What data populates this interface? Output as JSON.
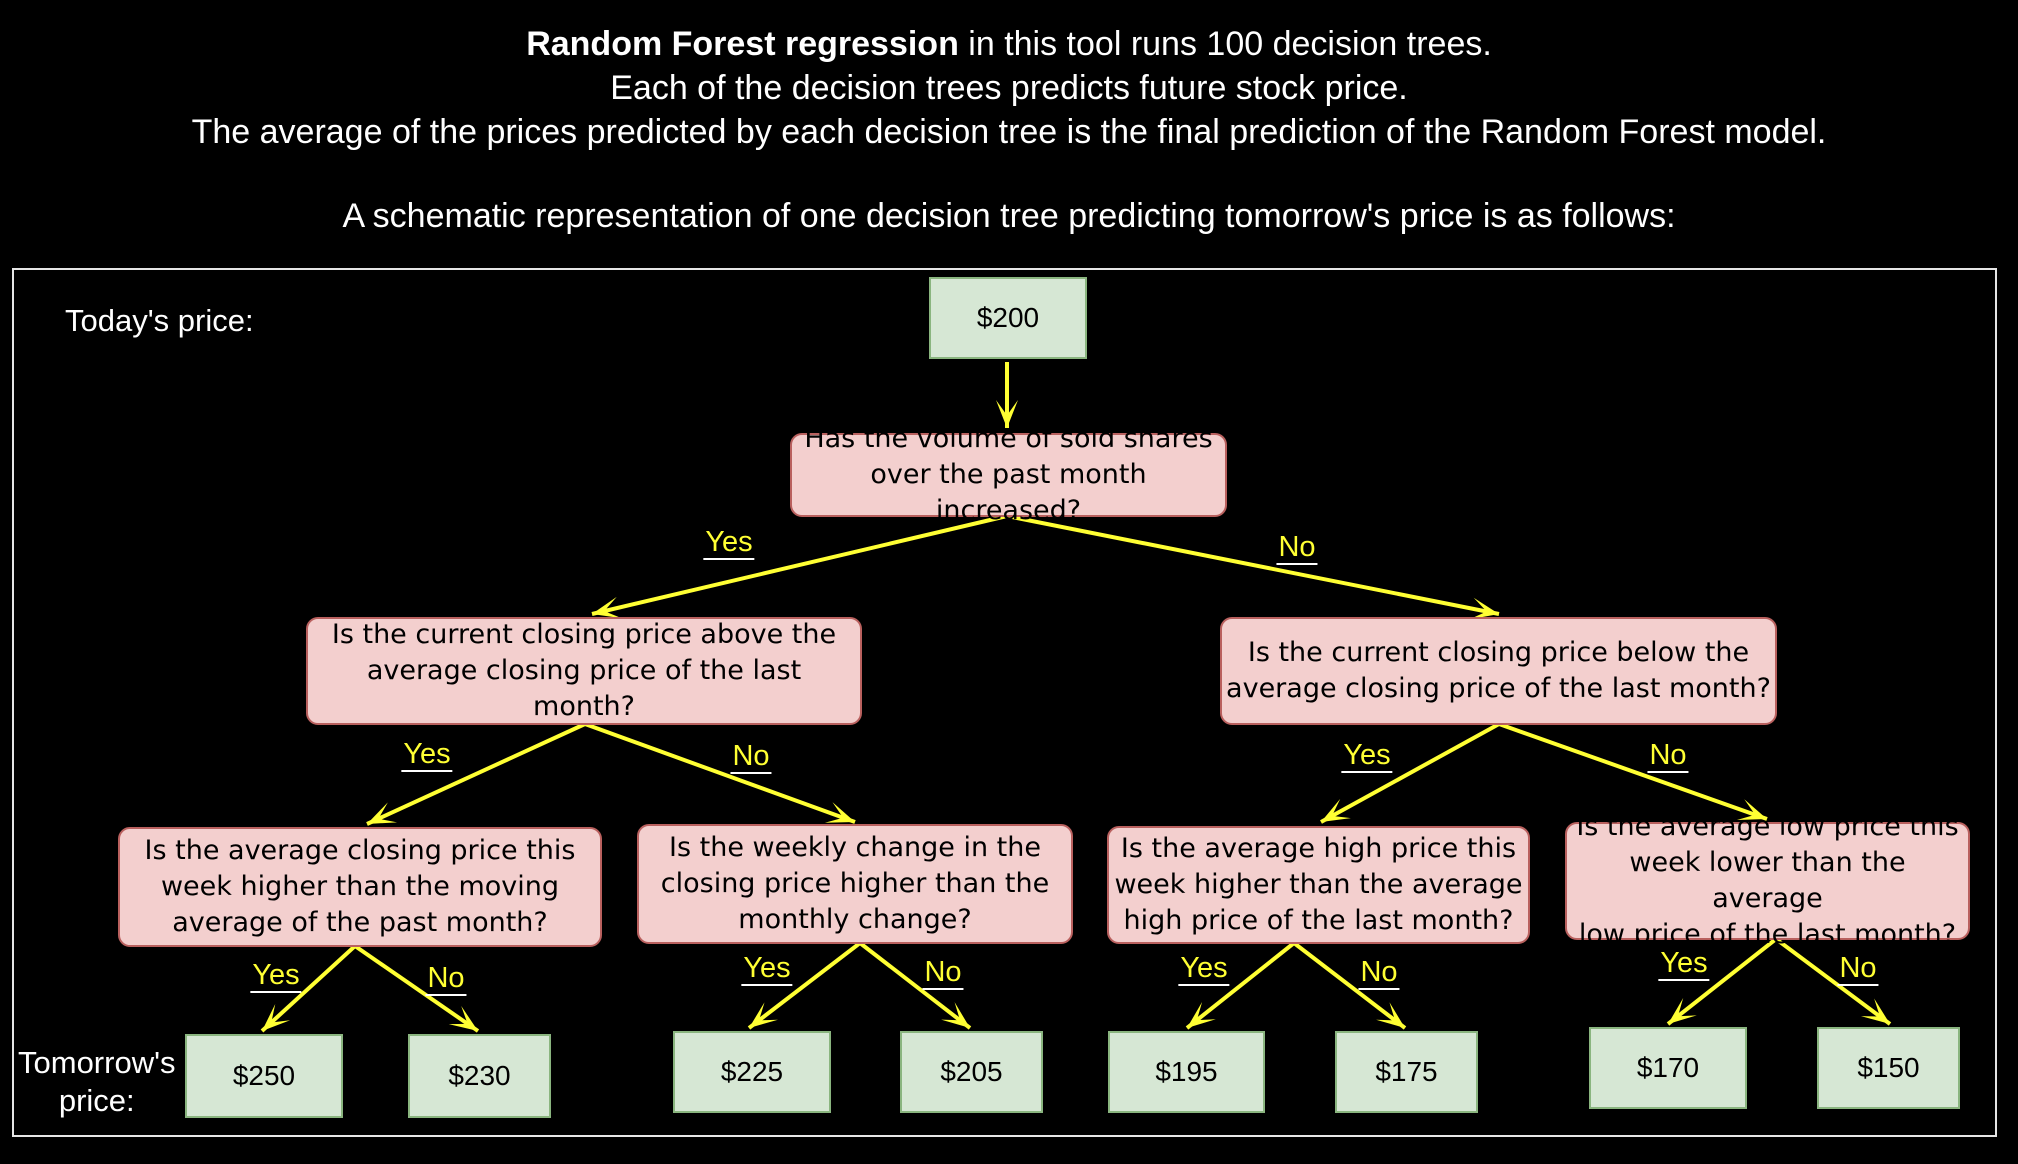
{
  "header": {
    "line1_bold": "Random Forest regression",
    "line1_rest": " in this tool runs 100 decision trees.",
    "line2": "Each of the decision trees predicts future stock price.",
    "line3": "The average of the prices predicted by each decision tree is the final prediction of the Random Forest model.",
    "line4": "A schematic representation of one decision tree predicting tomorrow's price is as follows:"
  },
  "labels": {
    "today": "Today's price:",
    "tomorrow_1": "Tomorrow's",
    "tomorrow_2": "price:"
  },
  "tree": {
    "root_price": "$200",
    "q_root": [
      "Has the volume of sold shares",
      "over the past month increased?"
    ],
    "q_left": [
      "Is the current closing price above the",
      "average closing price of the last month?"
    ],
    "q_right": [
      "Is the current closing price below the",
      "average closing price of the last month?"
    ],
    "q_ll": [
      "Is the average closing price this",
      "week higher than the moving",
      "average of the past month?"
    ],
    "q_lr": [
      "Is the weekly change in the",
      "closing price higher than the",
      "monthly change?"
    ],
    "q_rl": [
      "Is the average high price this",
      "week higher than the average",
      "high price of the last month?"
    ],
    "q_rr": [
      "Is the average low price this",
      "week lower than the average",
      "low price of the last month?"
    ],
    "leaves": [
      "$250",
      "$230",
      "$225",
      "$205",
      "$195",
      "$175",
      "$170",
      "$150"
    ]
  },
  "edge_labels": {
    "yes": "Yes",
    "no": "No"
  },
  "colors": {
    "arrow": "#ffff33",
    "question_fill": "#f3cfce",
    "price_fill": "#d6e7d4"
  }
}
